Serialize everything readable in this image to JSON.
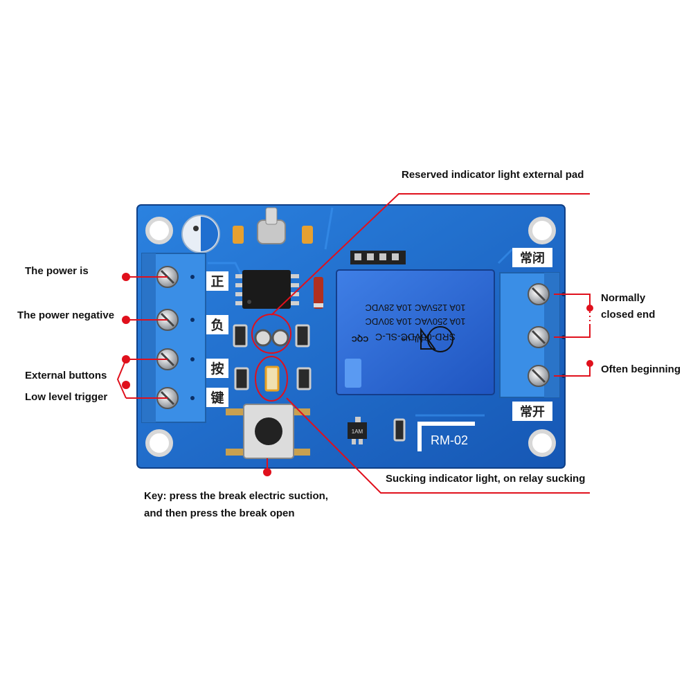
{
  "board": {
    "model": "RM-02",
    "terminal_left": [
      "正",
      "负",
      "按",
      "键"
    ],
    "terminal_right_top": "常闭",
    "terminal_right_bottom": "常开",
    "relay_lines": [
      "SRD-05VDC-SL-C",
      "10A 250VAC  10A 30VDC",
      "10A 125VAC  10A 28VDC"
    ],
    "relay_marks": [
      "CQC",
      "c UL us"
    ],
    "transistor_mark": "1AM",
    "colors": {
      "pcb": "#1f6fd0",
      "relay": "#2f6bd8",
      "terminal": "#3a8ee6",
      "callout": "#e0101c"
    }
  },
  "labels": {
    "power_pos": "The power is",
    "power_neg": "The power negative",
    "ext_buttons": "External buttons",
    "low_trigger": "Low level trigger",
    "key_line1": "Key: press the break electric suction,",
    "key_line2": "and then press the break open",
    "reserved": "Reserved indicator light external pad",
    "sucking": "Sucking indicator light, on relay sucking",
    "nc_line1": "Normally",
    "nc_line2": "closed end",
    "no": "Often beginning"
  }
}
